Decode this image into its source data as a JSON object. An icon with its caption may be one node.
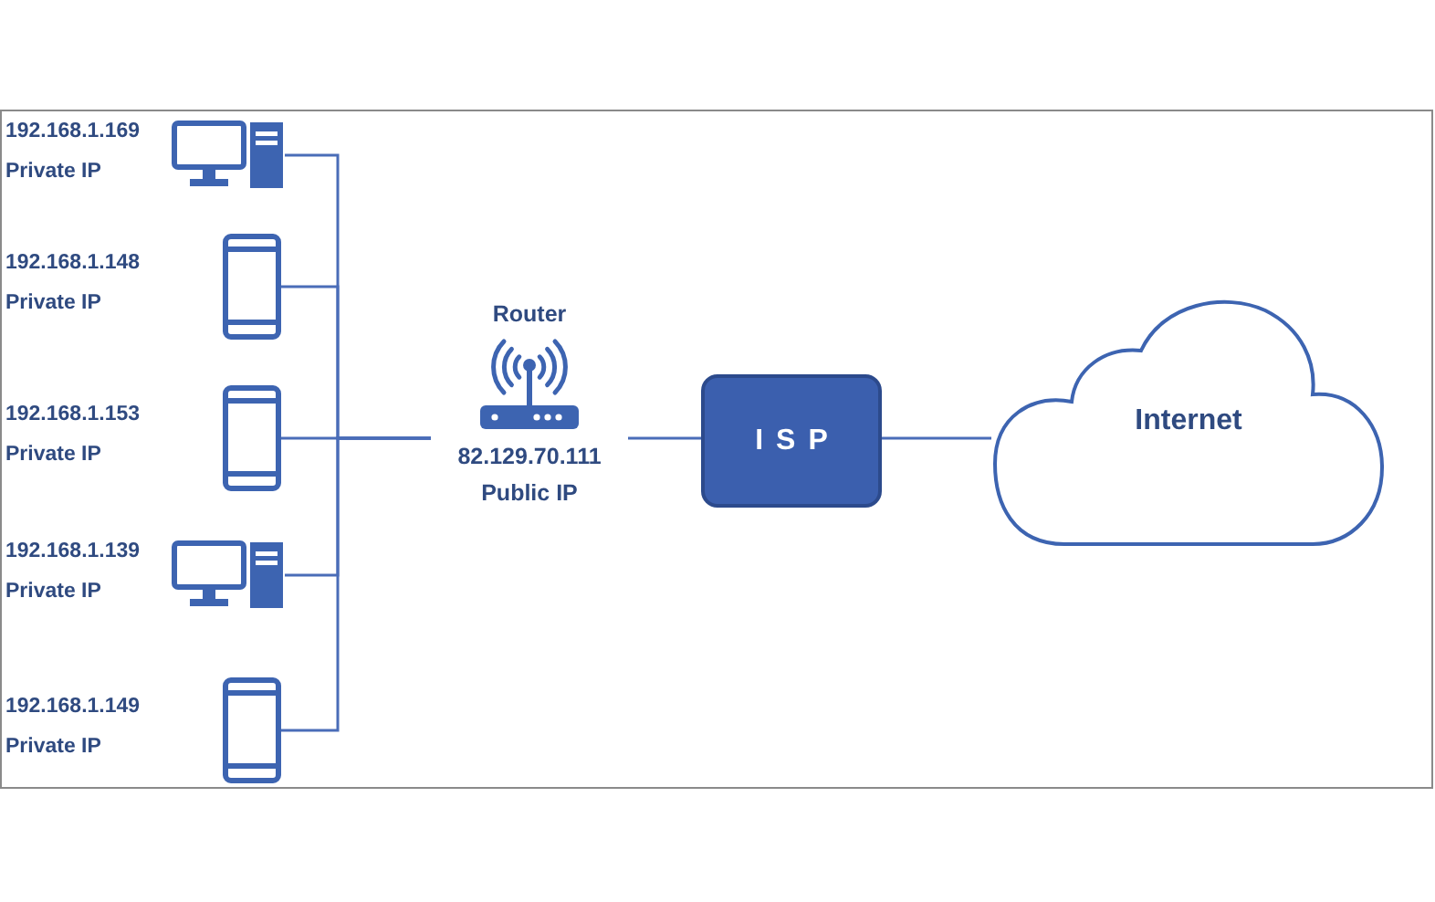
{
  "diagram": {
    "nodes": [
      {
        "text": [],
        "shape": "picture",
        "beside": [
          "192.168.1.169",
          "Private IP"
        ]
      },
      {
        "text": [],
        "shape": "picture",
        "beside": [
          "192.168.1.148",
          "Private IP"
        ]
      },
      {
        "text": [],
        "shape": "picture",
        "beside": [
          "192.168.1.153",
          "Private IP"
        ]
      },
      {
        "text": [],
        "shape": "picture",
        "beside": [
          "192.168.1.139",
          "Private IP"
        ]
      },
      {
        "text": [],
        "shape": "picture",
        "beside": [
          "192.168.1.149",
          "Private IP"
        ]
      },
      {
        "text": [
          "Router",
          "82.129.70.111",
          "Public IP"
        ]
      },
      {
        "text": [
          "ISP"
        ]
      },
      {
        "text": [
          "Internet"
        ]
      }
    ],
    "edges": [
      {
        "from": 0,
        "to": 5,
        "arrow": "none"
      },
      {
        "from": 1,
        "to": 5,
        "arrow": "none"
      },
      {
        "from": 2,
        "to": 5,
        "arrow": "none"
      },
      {
        "from": 3,
        "to": 5,
        "arrow": "none"
      },
      {
        "from": 4,
        "to": 5,
        "arrow": "none"
      },
      {
        "from": 5,
        "to": 6,
        "arrow": "none"
      },
      {
        "from": 6,
        "to": 7,
        "arrow": "none"
      }
    ]
  }
}
